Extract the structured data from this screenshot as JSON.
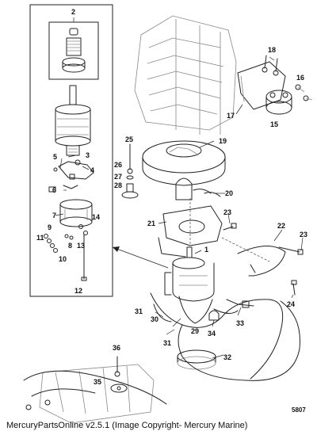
{
  "footer_text": "MercuryPartsOnline v2.5.1 (Image Copyright- Mercury Marine)",
  "figure_number": "5807",
  "callouts": {
    "c1": "1",
    "c2": "2",
    "c3": "3",
    "c4": "4",
    "c5": "5",
    "c6": "6",
    "c7": "7",
    "c8": "8",
    "c9": "9",
    "c10": "10",
    "c11": "11",
    "c12": "12",
    "c13": "13",
    "c14": "14",
    "c15": "15",
    "c16": "16",
    "c17": "17",
    "c18": "18",
    "c19": "19",
    "c20": "20",
    "c21": "21",
    "c22": "22",
    "c23a": "23",
    "c23b": "23",
    "c24": "24",
    "c25": "25",
    "c26": "26",
    "c27": "27",
    "c28": "28",
    "c29": "29",
    "c30": "30",
    "c31a": "31",
    "c31b": "31",
    "c32": "32",
    "c33": "33",
    "c34": "34",
    "c35": "35",
    "c36": "36"
  }
}
